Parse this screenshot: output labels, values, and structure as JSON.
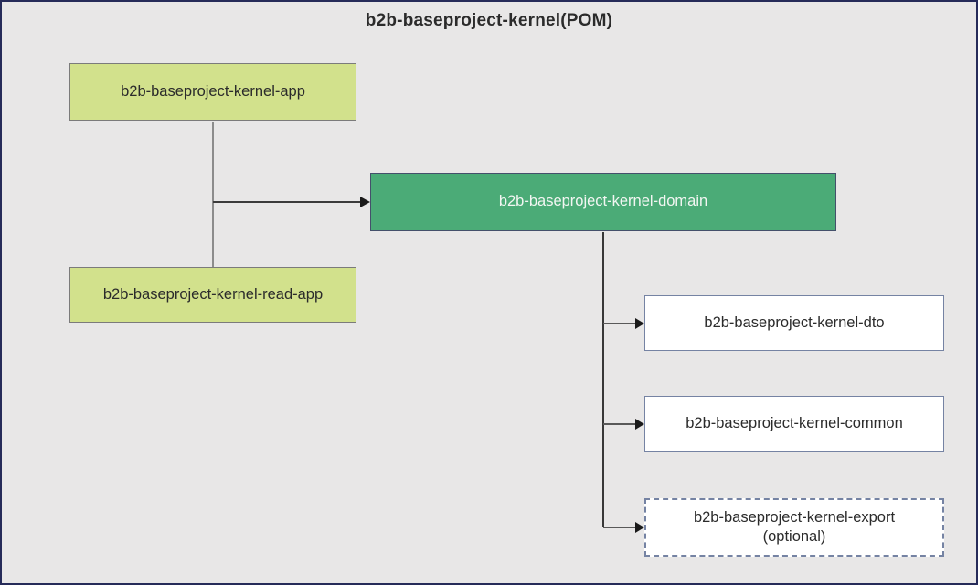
{
  "diagram": {
    "title": "b2b-baseproject-kernel(POM)",
    "nodes": {
      "app": {
        "label": "b2b-baseproject-kernel-app"
      },
      "read_app": {
        "label": "b2b-baseproject-kernel-read-app"
      },
      "domain": {
        "label": "b2b-baseproject-kernel-domain"
      },
      "dto": {
        "label": "b2b-baseproject-kernel-dto"
      },
      "common": {
        "label": "b2b-baseproject-kernel-common"
      },
      "export": {
        "label": "b2b-baseproject-kernel-export",
        "sublabel": "(optional)"
      }
    },
    "edges": [
      {
        "from": "app/read_app junction",
        "to": "domain"
      },
      {
        "from": "domain",
        "to": "dto"
      },
      {
        "from": "domain",
        "to": "common"
      },
      {
        "from": "domain",
        "to": "export"
      }
    ],
    "colors": {
      "canvas_background": "#e8e7e7",
      "canvas_border": "#262b59",
      "module_fill_light_green": "#d2e18c",
      "module_border_gray": "#7b7b7b",
      "domain_fill_green": "#4bab77",
      "domain_border": "#44506b",
      "domain_text": "#f2f6f2",
      "white_box_border": "#7583a3",
      "connector_gray": "#6e6e6e",
      "connector_dark": "#3b3b3b",
      "arrowhead": "#1a1a1a"
    }
  }
}
